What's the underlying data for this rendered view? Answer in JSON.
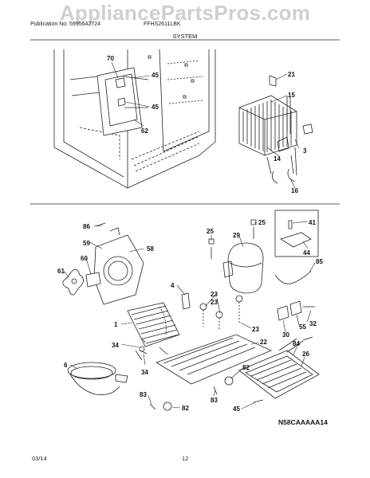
{
  "watermark": "AppliancePartsPros.com",
  "header": {
    "publication": "Publication No: 5995642724",
    "model": "FFHS2611LBK",
    "section": "SYSTEM"
  },
  "callouts": {
    "c70": "70",
    "c45a": "45",
    "c45b": "45",
    "c62": "62",
    "c21": "21",
    "c15": "15",
    "c14": "14",
    "c3": "3",
    "c16": "16",
    "c86": "86",
    "c59": "59",
    "c58": "58",
    "c60": "60",
    "c61": "61",
    "c25a": "25",
    "c29": "29",
    "c25b": "25",
    "c41": "41",
    "c44": "44",
    "c85": "85",
    "c4": "4",
    "c23a": "23",
    "c23b": "23",
    "c23c": "23",
    "c1": "1",
    "c34a": "34",
    "c34b": "34",
    "c22": "22",
    "c84": "84",
    "c26": "26",
    "c30": "30",
    "c55": "55",
    "c32": "32",
    "c6": "6",
    "c82a": "82",
    "c82b": "82",
    "c83a": "83",
    "c83b": "83",
    "c45c": "45"
  },
  "diagram_code": "N58CAAAAA14",
  "footer": {
    "date": "03/14",
    "page": "12"
  }
}
